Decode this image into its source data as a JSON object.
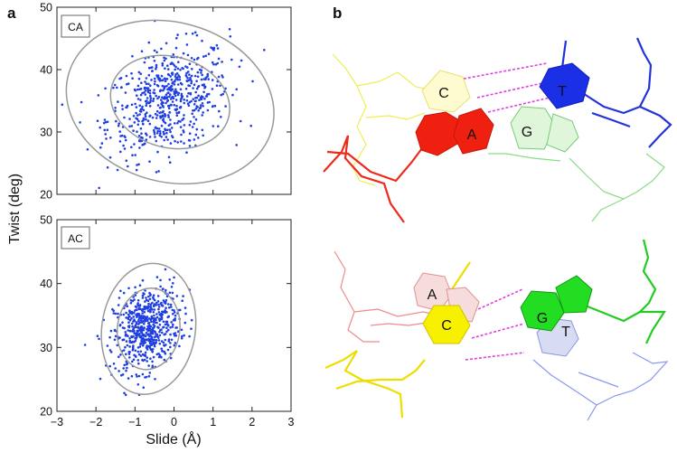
{
  "panels": {
    "a": "a",
    "b": "b"
  },
  "chart_data": [
    {
      "type": "scatter",
      "label": "CA",
      "xlim": [
        -3,
        3
      ],
      "ylim": [
        20,
        50
      ],
      "xticks": [],
      "yticks": [
        "20",
        "30",
        "40",
        "50"
      ],
      "ellipse_center": [
        -0.1,
        34.8
      ],
      "ellipses": [
        {
          "rx": 1.55,
          "ry": 7.3,
          "angle_deg": 15
        },
        {
          "rx": 2.7,
          "ry": 12.8,
          "angle_deg": 15
        }
      ],
      "point_distribution": {
        "mean": [
          -0.15,
          35.0
        ],
        "std": [
          0.78,
          4.4
        ],
        "corr": 0.35,
        "n": 620,
        "color": "#1f3fe0"
      }
    },
    {
      "type": "scatter",
      "label": "AC",
      "xlim": [
        -3,
        3
      ],
      "ylim": [
        20,
        50
      ],
      "xticks": [
        "−3",
        "−2",
        "−1",
        "0",
        "1",
        "2",
        "3"
      ],
      "yticks": [
        "20",
        "30",
        "40",
        "50"
      ],
      "ellipse_center": [
        -0.65,
        32.9
      ],
      "ellipses": [
        {
          "rx": 0.8,
          "ry": 6.4,
          "angle_deg": 8
        },
        {
          "rx": 1.2,
          "ry": 10.3,
          "angle_deg": 8
        }
      ],
      "point_distribution": {
        "mean": [
          -0.7,
          33.0
        ],
        "std": [
          0.42,
          3.3
        ],
        "corr": 0.25,
        "n": 620,
        "color": "#1f3fe0"
      }
    }
  ],
  "axes": {
    "xlabel": "Slide (Å)",
    "ylabel": "Twist (deg)"
  },
  "structures": {
    "top": {
      "bases": [
        {
          "label": "C",
          "color": "#fffbd0"
        },
        {
          "label": "A",
          "color": "#f02010"
        },
        {
          "label": "G",
          "color": "#dff6da"
        },
        {
          "label": "T",
          "color": "#1a2fe6"
        }
      ]
    },
    "bottom": {
      "bases": [
        {
          "label": "A",
          "color": "#f6dcdc"
        },
        {
          "label": "C",
          "color": "#f7f000"
        },
        {
          "label": "G",
          "color": "#22dd22"
        },
        {
          "label": "T",
          "color": "#d8dcf2"
        }
      ]
    }
  }
}
